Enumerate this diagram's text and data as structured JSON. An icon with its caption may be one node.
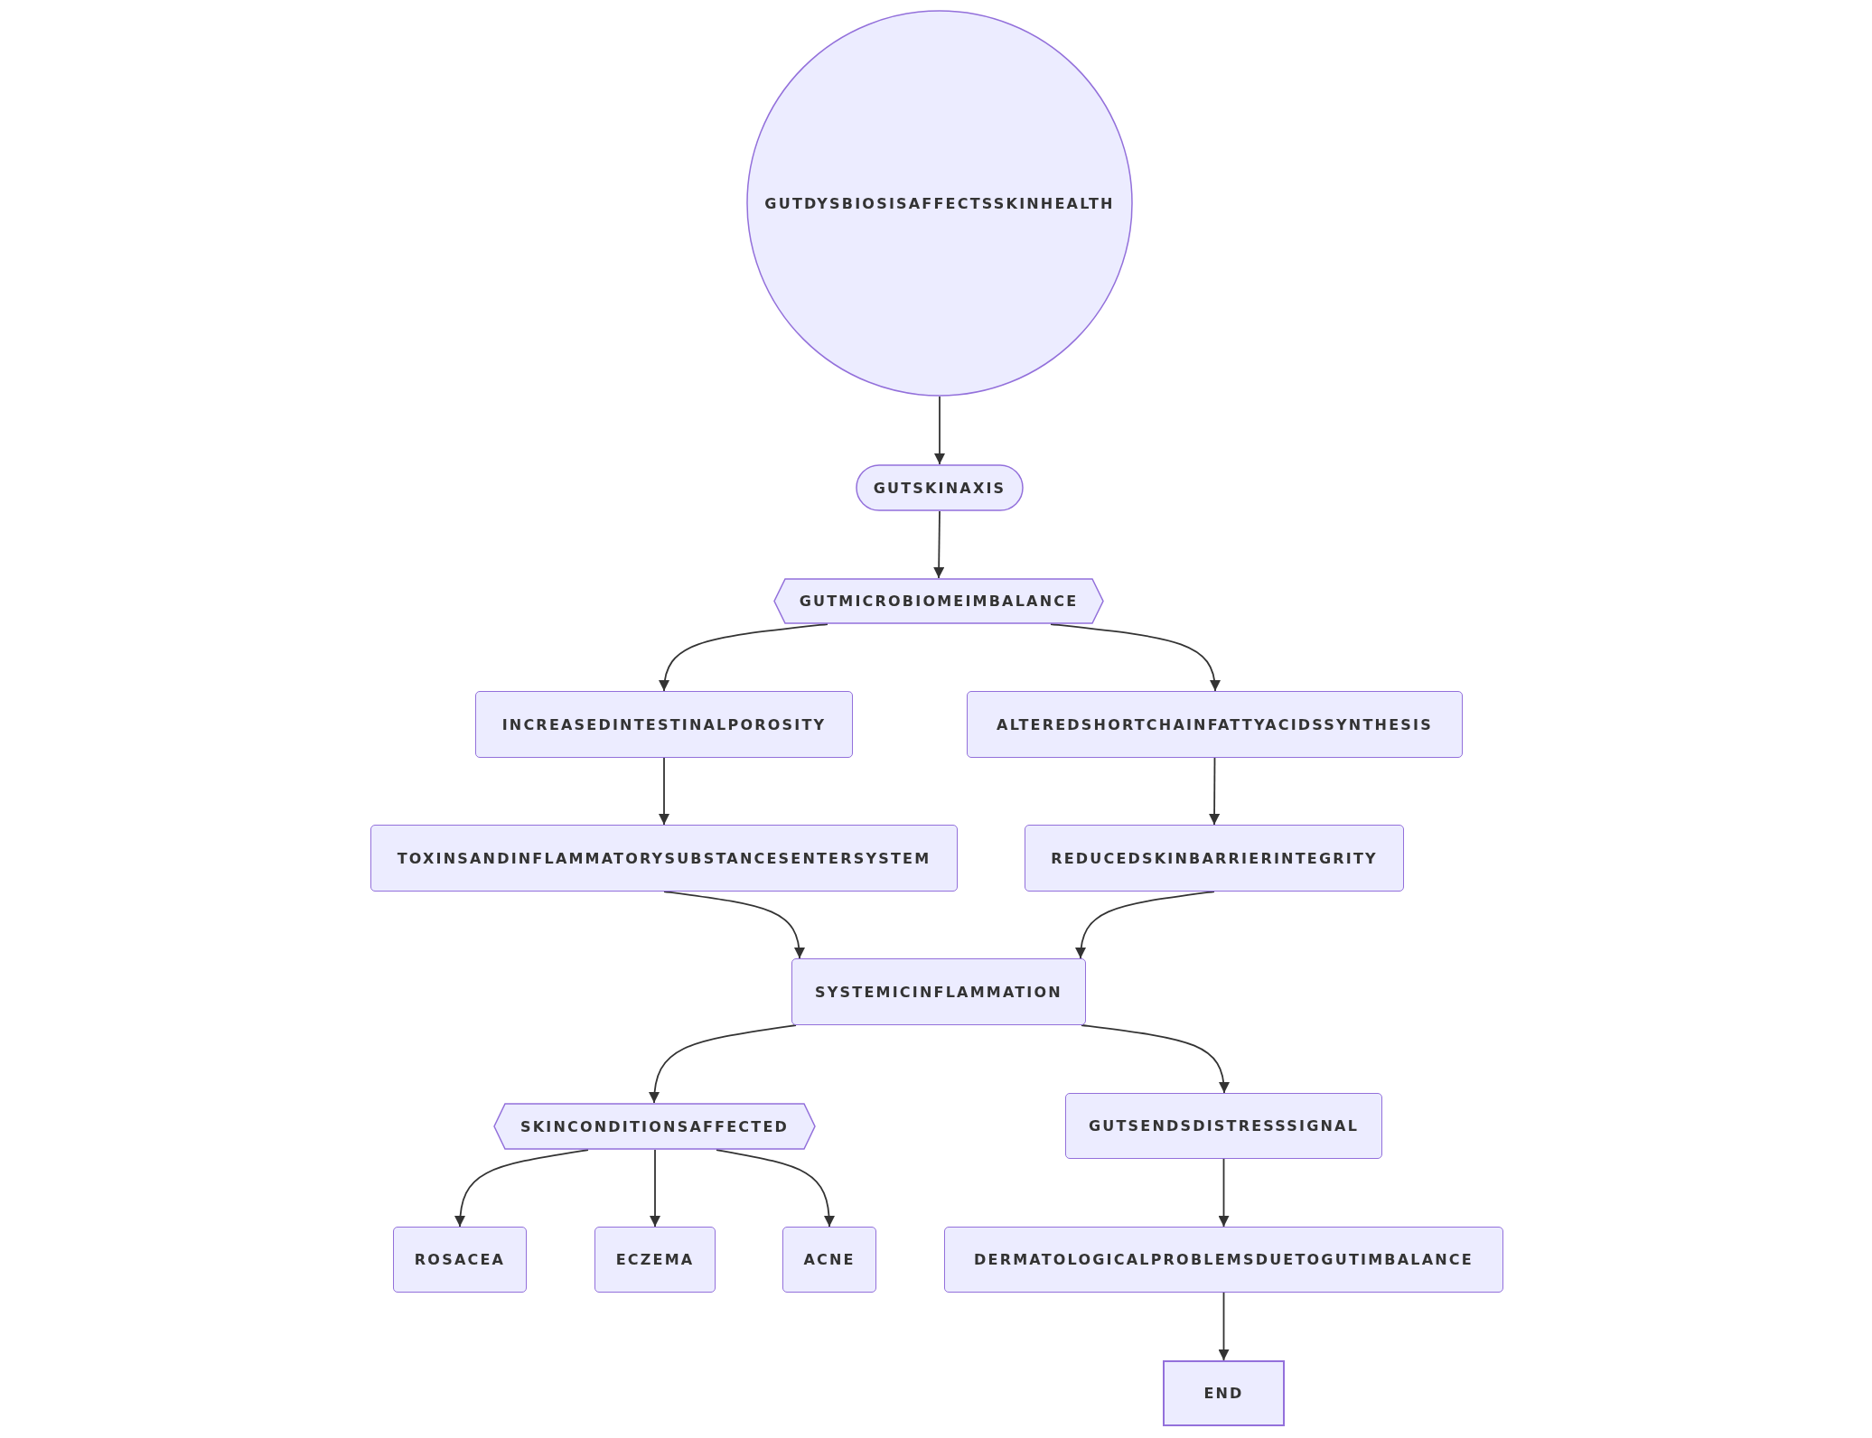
{
  "diagram": {
    "nodes": [
      {
        "text": [
          "GUTDYSBIOSISAFFECTSSKINHEALTH"
        ]
      },
      {
        "text": [
          "GUTSKINAXIS"
        ]
      },
      {
        "text": [
          "GUTMICROBIOMEIMBALANCE"
        ]
      },
      {
        "text": [
          "INCREASEDINTESTINALPOROSITY"
        ]
      },
      {
        "text": [
          "ALTEREDSHORTCHAINFATTYACIDSSYNTHESIS"
        ]
      },
      {
        "text": [
          "TOXINSANDINFLAMMATORYSUBSTANCESENTERSYSTEM"
        ]
      },
      {
        "text": [
          "REDUCEDSKINBARRIERINTEGRITY"
        ]
      },
      {
        "text": [
          "SYSTEMICINFLAMMATION"
        ]
      },
      {
        "text": [
          "SKINCONDITIONSAFFECTED"
        ]
      },
      {
        "text": [
          "GUTSENDSDISTRESSSIGNAL"
        ]
      },
      {
        "text": [
          "ROSACEA"
        ]
      },
      {
        "text": [
          "ECZEMA"
        ]
      },
      {
        "text": [
          "ACNE"
        ]
      },
      {
        "text": [
          "DERMATOLOGICALPROBLEMSDUETOGUTIMBALANCE"
        ]
      },
      {
        "text": [
          "END"
        ]
      }
    ],
    "edges": [
      {
        "from": 0,
        "to": 1,
        "arrow": "to"
      },
      {
        "from": 1,
        "to": 2,
        "arrow": "to"
      },
      {
        "from": 2,
        "to": 3,
        "arrow": "to"
      },
      {
        "from": 2,
        "to": 4,
        "arrow": "to"
      },
      {
        "from": 3,
        "to": 5,
        "arrow": "to"
      },
      {
        "from": 4,
        "to": 6,
        "arrow": "to"
      },
      {
        "from": 5,
        "to": 7,
        "arrow": "to"
      },
      {
        "from": 6,
        "to": 7,
        "arrow": "to"
      },
      {
        "from": 7,
        "to": 8,
        "arrow": "to"
      },
      {
        "from": 7,
        "to": 9,
        "arrow": "to"
      },
      {
        "from": 8,
        "to": 10,
        "arrow": "to"
      },
      {
        "from": 8,
        "to": 11,
        "arrow": "to"
      },
      {
        "from": 8,
        "to": 12,
        "arrow": "to"
      },
      {
        "from": 9,
        "to": 13,
        "arrow": "to"
      },
      {
        "from": 13,
        "to": 14,
        "arrow": "to"
      }
    ]
  }
}
